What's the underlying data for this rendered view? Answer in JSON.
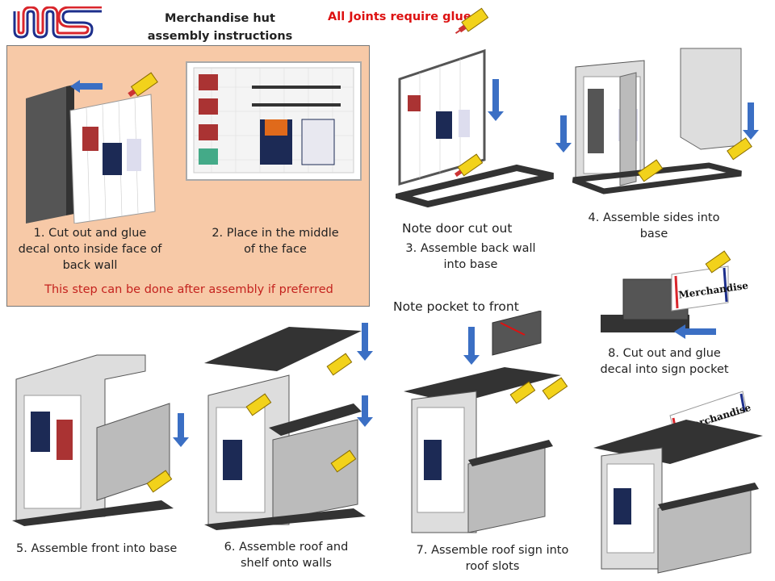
{
  "header": {
    "title_line1": "Merchandise hut",
    "title_line2": "assembly instructions",
    "glue_note": "All Joints require glue",
    "glue_label": "GLUE"
  },
  "colors": {
    "accent_red": "#d11f1f",
    "panel_bg": "#f7c9a7",
    "arrow_blue": "#3b6fc4",
    "glue_yellow": "#f2d21b",
    "logo_blue": "#1d2f8c",
    "logo_red": "#d9262c"
  },
  "prep": {
    "step1": [
      "1. Cut out and glue",
      "decal onto inside face of",
      "back wall"
    ],
    "step2": [
      "2. Place in the middle",
      "of the face"
    ],
    "note": "This step can be done after assembly if preferred"
  },
  "steps": {
    "step3_note": "Note door cut out",
    "step3": [
      "3. Assemble back wall",
      "into base"
    ],
    "step4": [
      "4. Assemble sides into",
      "base"
    ],
    "step7_note": "Note pocket to front",
    "step8": [
      "8. Cut out and glue",
      "decal into sign pocket"
    ],
    "step5": "5. Assemble front into base",
    "step6": [
      "6. Assemble roof and",
      "shelf onto walls"
    ],
    "step7": [
      "7. Assemble roof sign into",
      "roof slots"
    ],
    "sign_text": "Merchandise"
  }
}
